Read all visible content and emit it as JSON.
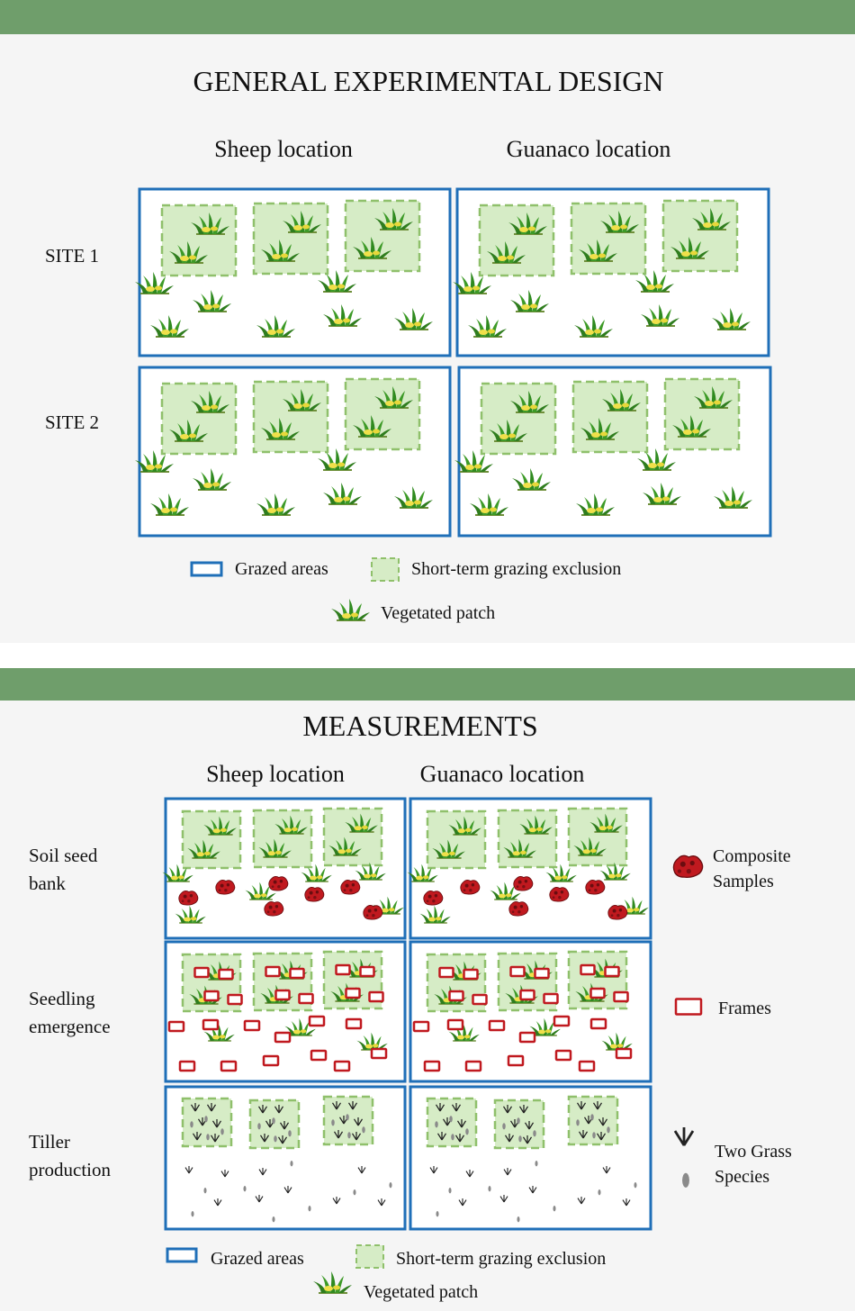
{
  "colors": {
    "band": "#6f9e6b",
    "panel_bg": "#f5f5f5",
    "grazed_border": "#1f6fb8",
    "exclusion_fill": "#d6ecc6",
    "exclusion_border": "#8fc06b",
    "frame": "#c0191f",
    "sample": "#c0191f"
  },
  "design": {
    "title": "GENERAL EXPERIMENTAL DESIGN",
    "locations": [
      "Sheep location",
      "Guanaco location"
    ],
    "sites": [
      "SITE 1",
      "SITE 2"
    ],
    "legend": {
      "grazed": "Grazed areas",
      "exclusion": "Short-term grazing exclusion",
      "patch": "Vegetated patch"
    }
  },
  "measurements": {
    "title": "MEASUREMENTS",
    "locations": [
      "Sheep location",
      "Guanaco location"
    ],
    "rows": [
      {
        "label": [
          "Soil seed",
          "bank"
        ],
        "marker": "composite-sample",
        "marker_label": [
          "Composite",
          "Samples"
        ]
      },
      {
        "label": [
          "Seedling",
          "emergence"
        ],
        "marker": "frame",
        "marker_label": [
          "Frames"
        ]
      },
      {
        "label": [
          "Tiller",
          "production"
        ],
        "marker": "grass-species",
        "marker_label": [
          "Two Grass",
          "Species"
        ]
      }
    ],
    "legend": {
      "grazed": "Grazed areas",
      "exclusion": "Short-term grazing exclusion",
      "patch": "Vegetated patch"
    }
  },
  "icons": {
    "grazed_area": "blue-rectangle-icon",
    "exclusion": "dashed-green-square-icon",
    "patch": "grass-tuft-icon",
    "sample": "soil-sample-icon",
    "frame": "red-frame-icon",
    "grass_species": "grass-species-icon"
  }
}
